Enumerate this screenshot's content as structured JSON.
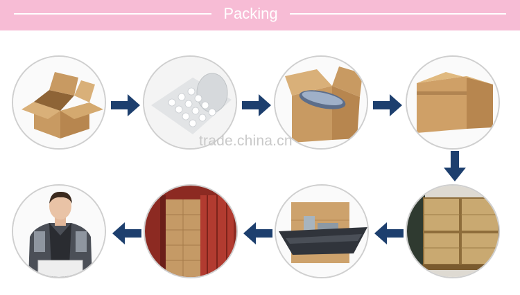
{
  "header": {
    "title": "Packing"
  },
  "watermark": {
    "text": "trade.china.cn"
  },
  "steps": [
    {
      "label": "open-carton-box",
      "icon": "open-box-icon"
    },
    {
      "label": "bubble-wrap-roll",
      "icon": "bubble-wrap-icon"
    },
    {
      "label": "wrapped-product-in-box",
      "icon": "wrapped-box-icon"
    },
    {
      "label": "sealed-carton",
      "icon": "sealed-box-icon"
    },
    {
      "label": "wooden-crates-on-pallet",
      "icon": "crate-icon"
    },
    {
      "label": "ship-with-cargo",
      "icon": "ship-icon"
    },
    {
      "label": "shipping-container-loaded",
      "icon": "container-icon"
    },
    {
      "label": "delivery-man",
      "icon": "delivery-person-icon"
    }
  ],
  "colors": {
    "banner": "#f7bcd5",
    "arrow": "#1d3f6e",
    "circle_border": "#cfcfcf"
  }
}
